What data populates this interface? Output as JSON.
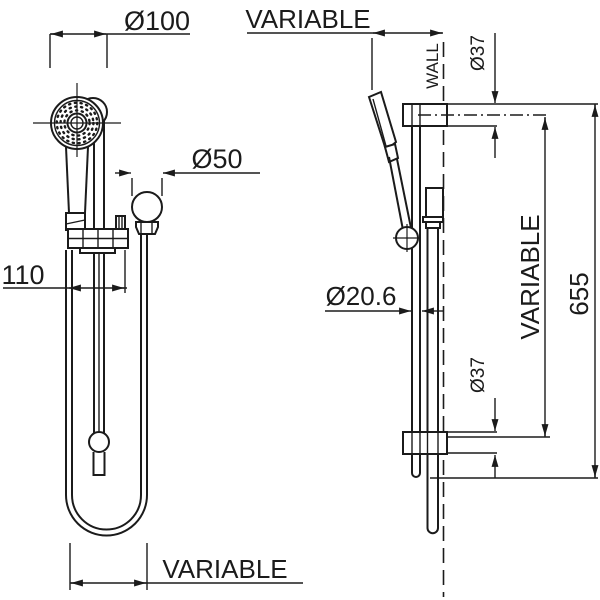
{
  "front_view": {
    "head_diameter": "Ø100",
    "elbow_diameter": "Ø50",
    "bracket_offset": "110",
    "hose_loop_width": "VARIABLE"
  },
  "side_view": {
    "wall_distance": "VARIABLE",
    "wall_label": "WALL",
    "top_bracket_diameter": "Ø37",
    "rail_diameter": "Ø20.6",
    "bracket_span": "VARIABLE",
    "rail_length": "655",
    "bottom_bracket_diameter": "Ø37"
  },
  "colors": {
    "line": "#1b1b1b",
    "background": "#ffffff"
  }
}
